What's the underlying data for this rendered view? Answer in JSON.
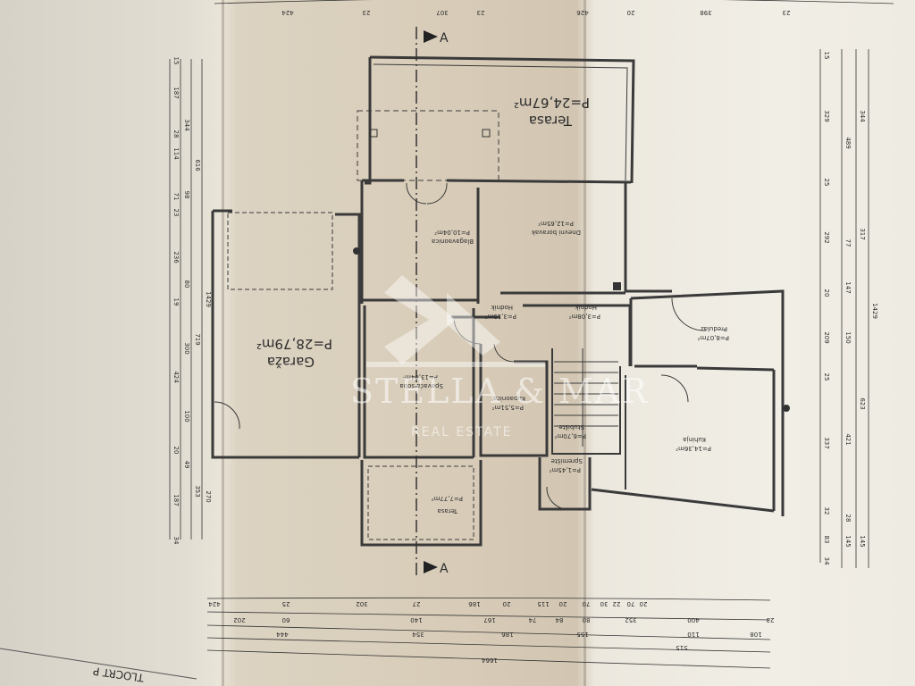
{
  "rooms": {
    "terasa_top": {
      "name": "Terasa",
      "area": "P=24,67m²"
    },
    "garaza": {
      "name": "Garaža",
      "area": "P=28,79m²"
    },
    "blagavaonica": {
      "name": "Blagavaonica",
      "area": "P=10,04m²"
    },
    "dnevni": {
      "name": "Dnevni boravak",
      "area": "P=12,65m²"
    },
    "hodnik1": {
      "name": "Hodnik",
      "area": "P=3,19m²"
    },
    "hodnik2": {
      "name": "Hodnik",
      "area": "P=3,08m²"
    },
    "predulaz": {
      "name": "Predulaz",
      "area": "P=8,07m²"
    },
    "spavaca": {
      "name": "Spavaća soba",
      "area": "P=13,04m²"
    },
    "kupaonica": {
      "name": "Kupaonica",
      "area": "P=5,51m²"
    },
    "stubiste": {
      "name": "Stubište",
      "area": "P=6,70m²"
    },
    "kuhinja": {
      "name": "Kuhinja",
      "area": "P=14,36m²"
    },
    "spremiste": {
      "name": "Spremište",
      "area": "P=1,45m²"
    },
    "terasa_bottom": {
      "name": "Terasa",
      "area": "P=7,77m²"
    }
  },
  "section_marks": {
    "top": "A",
    "bottom": "A"
  },
  "dimensions": {
    "top": [
      "424",
      "23",
      "307",
      "23",
      "426",
      "20",
      "398",
      "23"
    ],
    "bottom_1": [
      "424",
      "25",
      "302",
      "27",
      "186",
      "20",
      "115",
      "20",
      "70",
      "30",
      "22",
      "70",
      "20"
    ],
    "bottom_2": [
      "202",
      "60",
      "140",
      "167",
      "74",
      "84",
      "80",
      "352",
      "400",
      "23"
    ],
    "bottom_3": [
      "444",
      "354",
      "186",
      "155",
      "110",
      "108"
    ],
    "bottom_4": [
      "515"
    ],
    "bottom_5": [
      "1664"
    ],
    "left_1": [
      "15",
      "187",
      "28",
      "114",
      "71",
      "23",
      "236",
      "19",
      "424",
      "20",
      "187",
      "34"
    ],
    "left_2": [
      "344",
      "98",
      "80",
      "300",
      "100",
      "49"
    ],
    "left_3": [
      "616",
      "719",
      "353"
    ],
    "left_4": [
      "1429",
      "270"
    ],
    "right_1": [
      "15",
      "329",
      "25",
      "292",
      "20",
      "209",
      "25",
      "337",
      "32",
      "83",
      "34"
    ],
    "right_2": [
      "489",
      "77",
      "147",
      "150",
      "421",
      "28",
      "145"
    ],
    "right_3": [
      "344",
      "317",
      "623",
      "145"
    ],
    "right_4": [
      "1429"
    ]
  },
  "title_block": {
    "text": "TLOCRT P"
  },
  "watermark": {
    "title": "STELLA & MAR",
    "subtitle": "REAL ESTATE"
  },
  "colors": {
    "wall": "#3a3a3a",
    "paper": "#e4dccb",
    "watermark": "#ffffff"
  }
}
